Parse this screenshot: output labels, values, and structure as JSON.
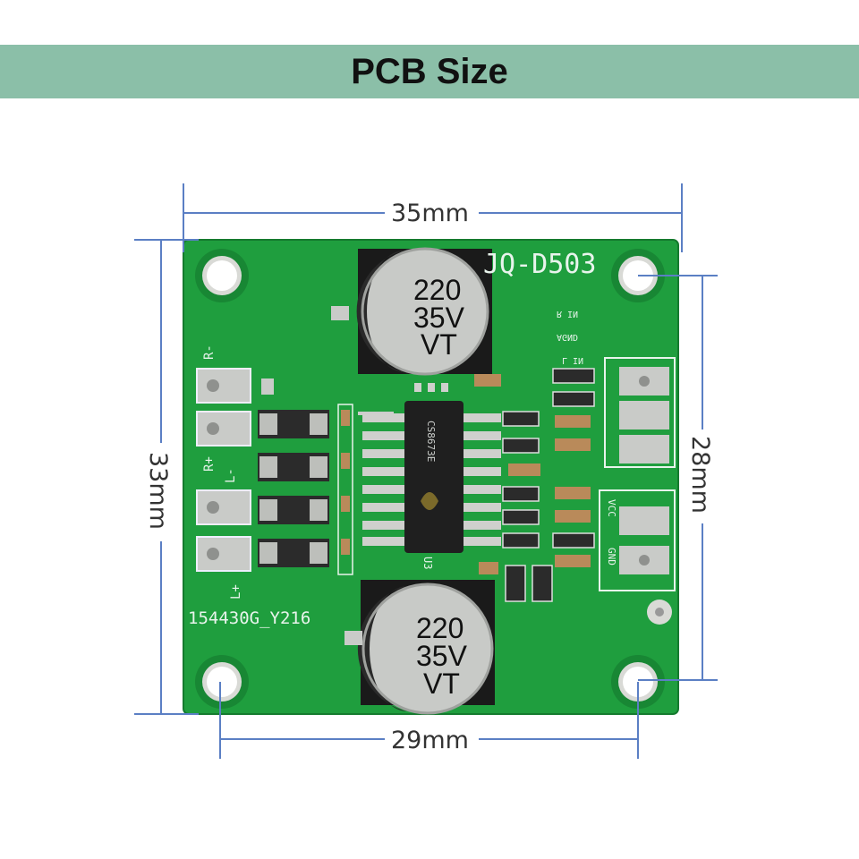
{
  "title": "PCB Size",
  "dimensions": {
    "width_top": "35mm",
    "height_left": "33mm",
    "height_right": "28mm",
    "width_bottom": "29mm"
  },
  "silkscreen": {
    "model": "JQ-D503",
    "code": "154430G_Y216",
    "r_minus": "R-",
    "r_plus": "R+",
    "l_minus": "L-",
    "l_plus": "L+",
    "r_in": "R IN",
    "agnd": "AGND",
    "l_in": "L IN",
    "u3": "U3",
    "vcc": "VCC",
    "gnd": "GND"
  },
  "capacitor_top": {
    "line1": "220",
    "line2": "35V",
    "line3": "VT"
  },
  "capacitor_bottom": {
    "line1": "220",
    "line2": "35V",
    "line3": "VT"
  },
  "chip_marking": "CS8673E",
  "colors": {
    "pcb": "#1f9e3e",
    "dimension_line": "#5b7fc4",
    "title_bar": "#8bbfa8"
  }
}
